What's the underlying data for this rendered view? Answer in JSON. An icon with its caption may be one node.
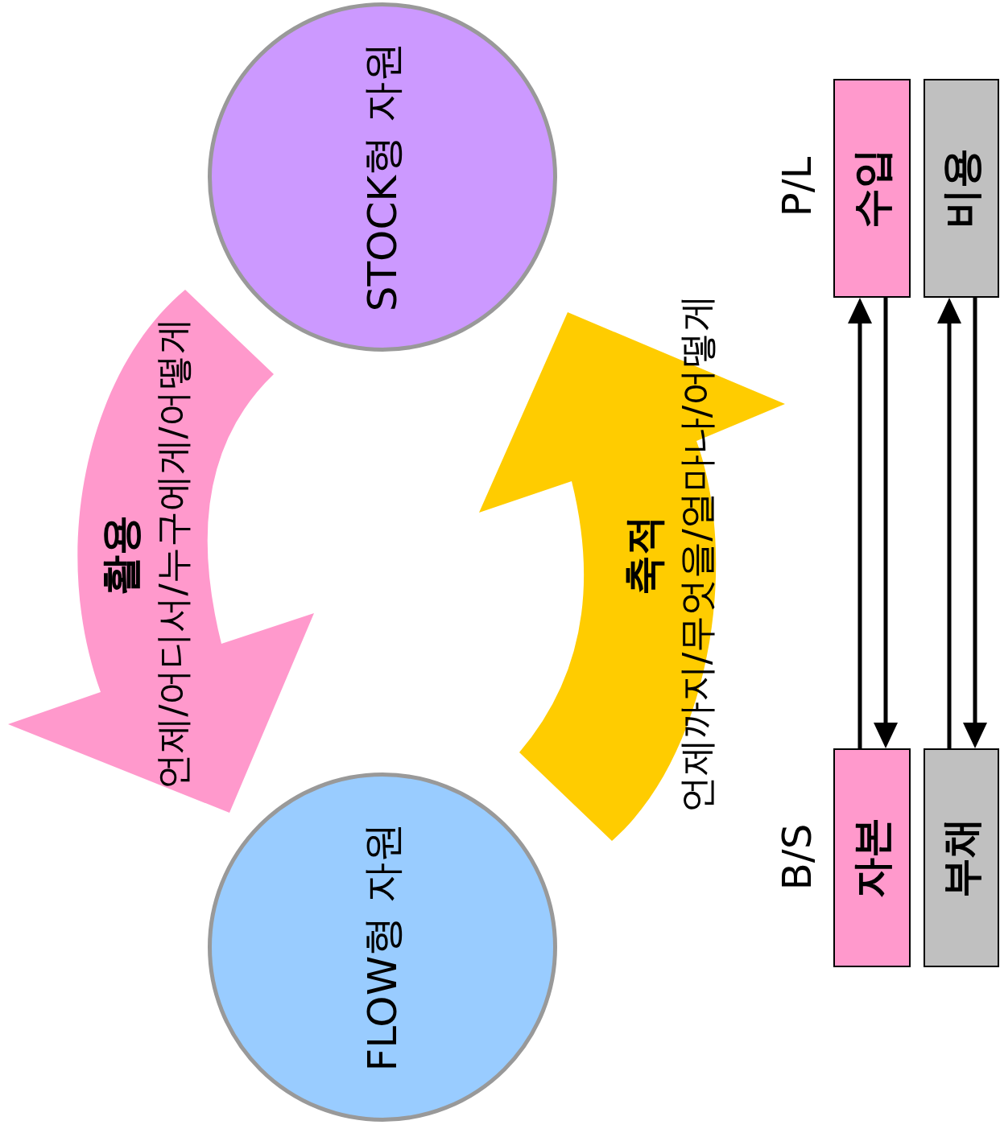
{
  "diagram": {
    "nodes": [
      {
        "text": [
          "STOCK형 자원"
        ]
      },
      {
        "text": [
          "FLOW형 자원"
        ]
      },
      {
        "text": [
          "수입"
        ]
      },
      {
        "text": [
          "비용"
        ]
      },
      {
        "text": [
          "자본"
        ]
      },
      {
        "text": [
          "부채"
        ]
      }
    ],
    "edges": [
      {
        "from": 0,
        "to": 1,
        "arrow": "to",
        "label": "활용",
        "style": "thick",
        "color": "#ff99cc"
      },
      {
        "from": 1,
        "to": 0,
        "arrow": "to",
        "label": "축적",
        "style": "thick",
        "color": "#ffcc00"
      },
      {
        "from": 4,
        "to": 2,
        "arrow": "to"
      },
      {
        "from": 2,
        "to": 4,
        "arrow": "to"
      },
      {
        "from": 5,
        "to": 3,
        "arrow": "to"
      },
      {
        "from": 3,
        "to": 5,
        "arrow": "to"
      }
    ],
    "labels": [
      "언제/어디서/누구에게/어떻게",
      "언제까지/무엇을/얼마나/어떻게",
      "P/L",
      "B/S"
    ]
  }
}
